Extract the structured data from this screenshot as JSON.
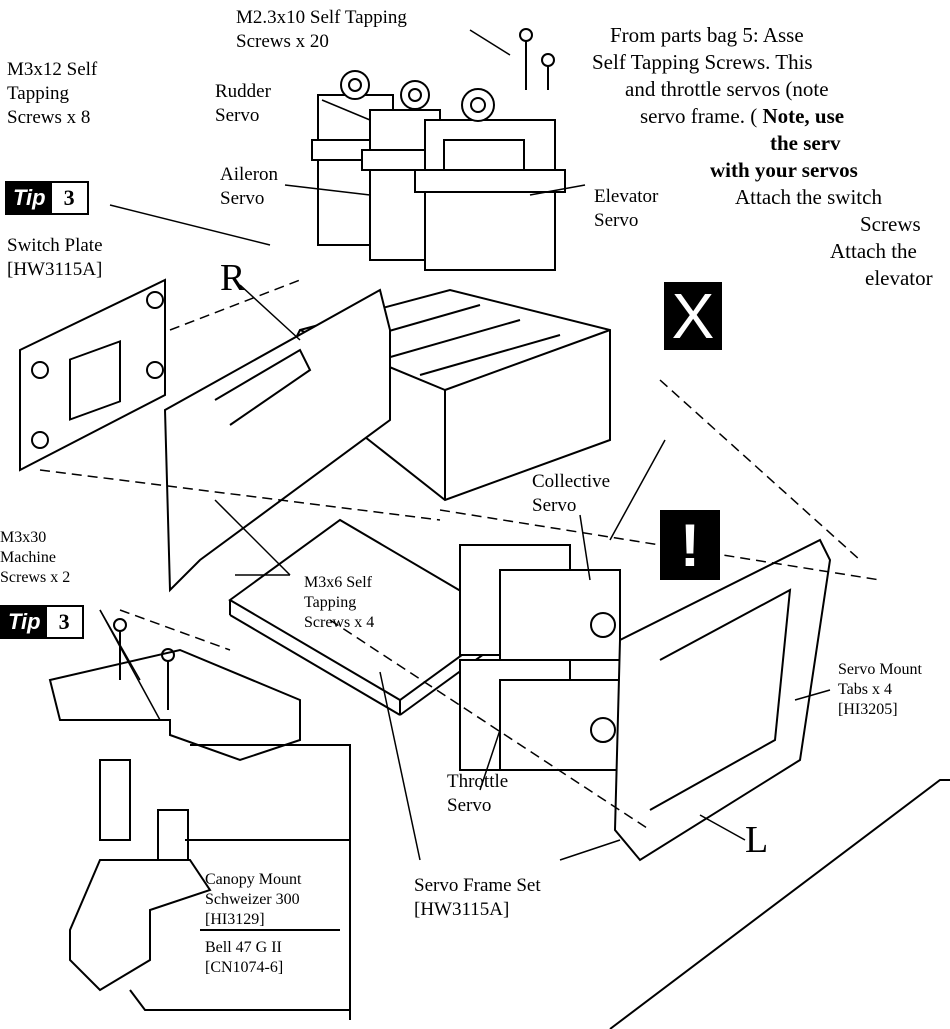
{
  "instructions": {
    "line1": "From parts bag 5: Asse",
    "line2": "Self Tapping Screws. This",
    "line3": "and throttle servos (note",
    "line4_pre": "servo frame. ( ",
    "line4_bold": "Note, use",
    "line5_bold": "the serv",
    "line6_bold": "with your servos",
    "line7": "Attach the switch",
    "line8": "Screws",
    "line9": "Attach the",
    "line10": "elevator"
  },
  "labels": {
    "m23_screws": "M2.3x10 Self Tapping\nScrews x 20",
    "m3x12_screws": "M3x12 Self\nTapping\nScrews x 8",
    "rudder_servo": "Rudder\nServo",
    "aileron_servo": "Aileron\nServo",
    "elevator_servo": "Elevator\nServo",
    "switch_plate": "Switch Plate\n[HW3115A]",
    "frame_r": "R",
    "frame_l": "L",
    "collective_servo": "Collective\nServo",
    "m3x30_screws": "M3x30\nMachine\nScrews x 2",
    "m3x6_screws": "M3x6 Self\nTapping\nScrews x 4",
    "servo_mount_tabs": "Servo Mount\nTabs x 4\n[HI3205]",
    "throttle_servo": "Throttle\nServo",
    "servo_frame_set": "Servo Frame Set\n[HW3115A]",
    "canopy_mount": "Canopy Mount\nSchweizer 300\n[HI3129]",
    "bell_47": "Bell 47 G II\n[CN1074-6]"
  },
  "tips": [
    {
      "word": "Tip",
      "number": "3"
    },
    {
      "word": "Tip",
      "number": "3"
    }
  ],
  "icons": {
    "x_icon": "X",
    "warning_icon": "!"
  }
}
